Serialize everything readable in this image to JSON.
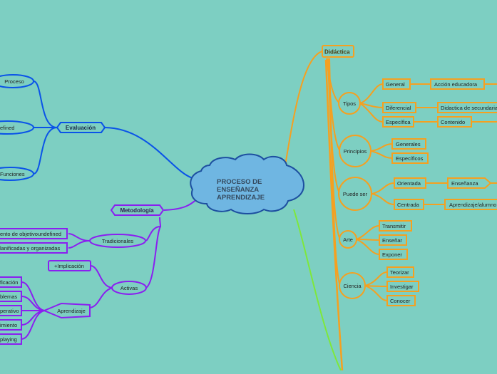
{
  "colors": {
    "background": "#7dcfc2",
    "orange": "#f5a020",
    "blue": "#0a53e8",
    "purple": "#8a1ff0",
    "green": "#7ee83a",
    "center_fill": "#6fb6e2",
    "center_stroke": "#1d4fa0"
  },
  "center": {
    "line1": "PROCESO DE",
    "line2": "ENSEÑANZA",
    "line3": "APRENDIZAJE"
  },
  "didactica": {
    "label": "Didáctica",
    "tipos": {
      "label": "Tipos",
      "general": "General",
      "accion": "Acción educadora",
      "diferencial": "Diferencial",
      "didactica_sec": "Didactica de secundaria",
      "especifica": "Específica",
      "contenido": "Contenido"
    },
    "principios": {
      "label": "Principios",
      "generales": "Generales",
      "especificos": "Específicos"
    },
    "puede_ser": {
      "label": "Puede ser",
      "orientada": "Orientada",
      "ensenanza": "Enseñanza",
      "centrada": "Centrada",
      "aprendizaje": "Aprendizaje/alumno"
    },
    "arte": {
      "label": "Arte",
      "transmitir": "Transmitir",
      "ensenar": "Enseñar",
      "exponer": "Exponer"
    },
    "ciencia": {
      "label": "Ciencia",
      "teorizar": "Teorizar",
      "investigar": "Investigar",
      "conocer": "Conocer"
    }
  },
  "evaluacion": {
    "label": "Evaluación",
    "proceso": "Proceso",
    "defined": "efined",
    "funciones": "Funciones"
  },
  "metodologia": {
    "label": "Metodología",
    "tradicionales": {
      "label": "Tradicionales",
      "item1": "ento de objetivoundefined",
      "item2": "lanificadas y organizadas"
    },
    "activas": {
      "label": "Activas",
      "implicacion": "+Implicación"
    },
    "aprendizaje": {
      "label": "Aprendizaje",
      "items": [
        "ficación",
        "blemas",
        "perativo",
        "imiento",
        "playing"
      ]
    }
  }
}
